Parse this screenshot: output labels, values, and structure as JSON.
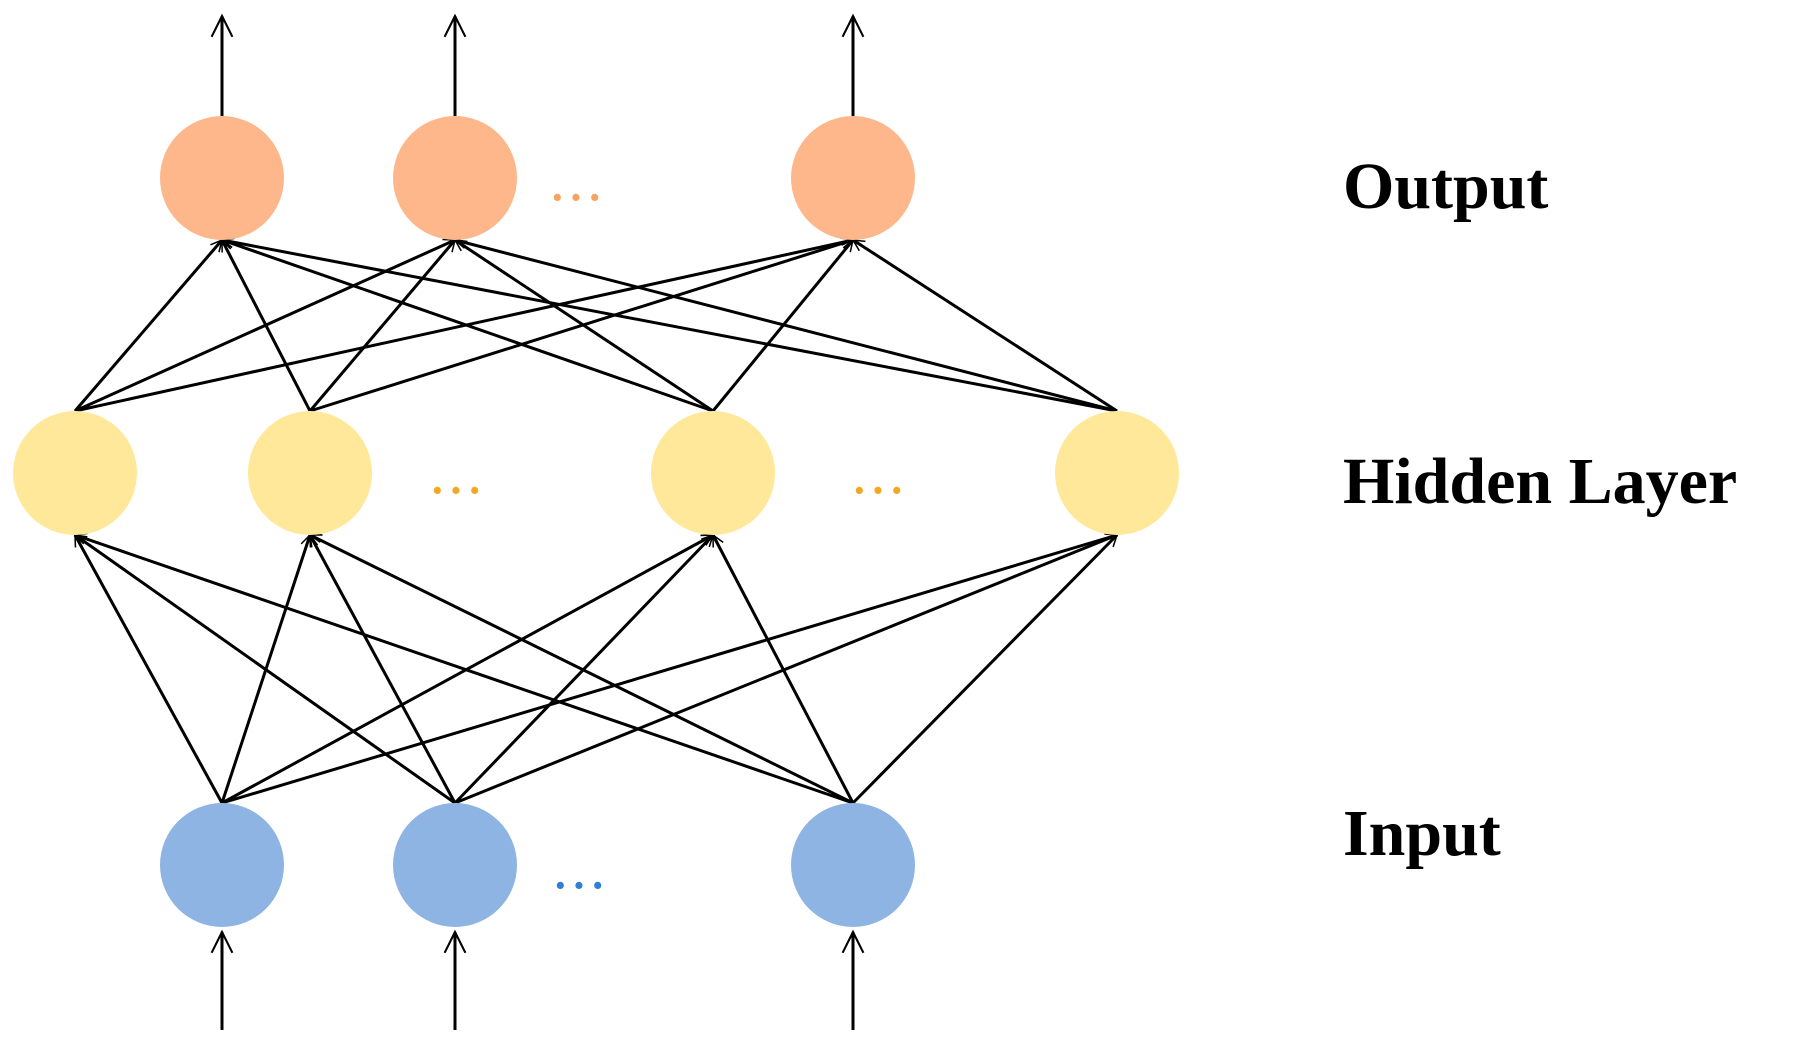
{
  "labels": {
    "output": "Output",
    "hidden": "Hidden Layer",
    "input": "Input"
  },
  "ellipsis": {
    "output": "···",
    "hidden_1": "···",
    "hidden_2": "···",
    "input": "···"
  },
  "colors": {
    "output_node": "#FDB78B",
    "hidden_node": "#FFE899",
    "input_node": "#8EB4E3",
    "output_ellipsis": "#F4A460",
    "hidden_ellipsis": "#F5A623",
    "input_ellipsis": "#2F7FD8",
    "edge": "#000000"
  },
  "network": {
    "input_count_shown": 3,
    "hidden_count_shown": 4,
    "output_count_shown": 3,
    "fully_connected": true
  }
}
